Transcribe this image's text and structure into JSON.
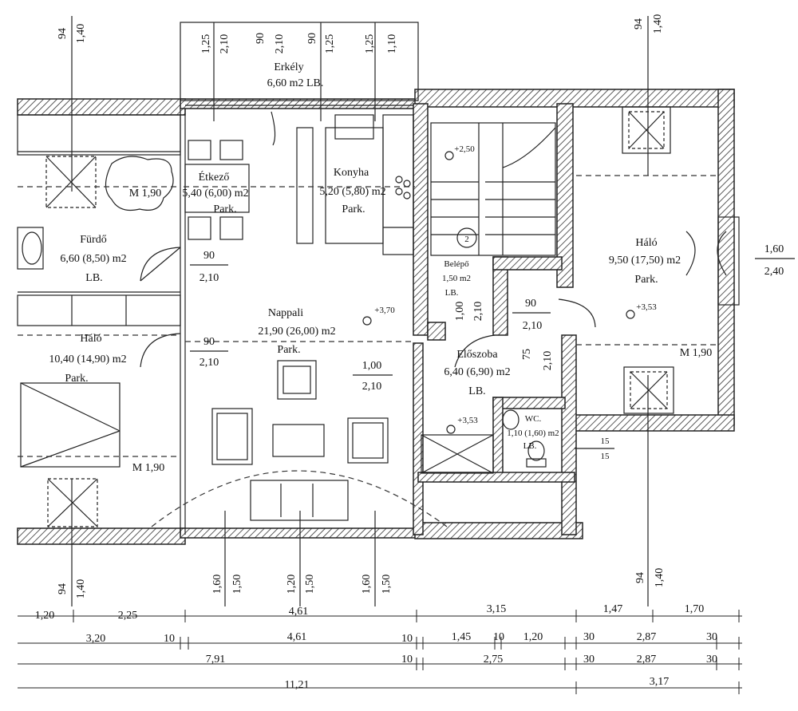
{
  "rooms": {
    "erkely": {
      "name": "Erkély",
      "area": "6,60 m2 LB."
    },
    "etkezo": {
      "name": "Étkező",
      "area": "5,40 (6,00) m2",
      "floor": "Park."
    },
    "konyha": {
      "name": "Konyha",
      "area": "5,20 (5,80) m2",
      "floor": "Park."
    },
    "furdo": {
      "name": "Fürdő",
      "area": "6,60 (8,50) m2",
      "floor": "LB."
    },
    "halo_left": {
      "name": "Háló",
      "area": "10,40 (14,90) m2",
      "floor": "Park."
    },
    "nappali": {
      "name": "Nappali",
      "area": "21,90 (26,00) m2",
      "floor": "Park."
    },
    "halo_right": {
      "name": "Háló",
      "area": "9,50 (17,50) m2",
      "floor": "Park."
    },
    "eloszoba": {
      "name": "Előszoba",
      "area": "6,40 (6,90) m2",
      "floor": "LB."
    },
    "belepo": {
      "name": "Belépő",
      "area": "1,50 m2",
      "floor": "LB."
    },
    "wc": {
      "name": "WC.",
      "area": "1,10 (1,60) m2",
      "floor": "LB."
    }
  },
  "markers": {
    "m_furdo": "M 1,90",
    "m_halo_left": "M 1,90",
    "m_halo_right": "M 1,90",
    "stair_number": "2"
  },
  "levels": {
    "stair": "+2,50",
    "living": "+3,70",
    "eloszoba": "+3,53",
    "halo_right": "+3,53"
  },
  "openings": {
    "furdo_door": {
      "w": "90",
      "h": "2,10"
    },
    "halo_left_door": {
      "w": "90",
      "h": "2,10"
    },
    "living_opening": {
      "w": "1,00",
      "h": "2,10"
    },
    "halo_right_door": {
      "w": "90",
      "h": "2,10"
    },
    "belepo_door": {
      "w": "1,00",
      "h": "2,10"
    },
    "wc_door": {
      "w": "75",
      "h": "2,10"
    },
    "right_window": {
      "w": "1,60",
      "h": "2,40"
    },
    "wc_window": {
      "w": "15",
      "h": "15"
    }
  },
  "top_dims": [
    "1,25",
    "2,10",
    "90",
    "2,10",
    "90",
    "1,25",
    "1,25",
    "1,10"
  ],
  "window_tags": {
    "tl": {
      "a": "94",
      "b": "1,40"
    },
    "tr": {
      "a": "94",
      "b": "1,40"
    },
    "bl": {
      "a": "94",
      "b": "1,40"
    },
    "br": {
      "a": "94",
      "b": "1,40"
    },
    "b1": {
      "a": "1,60",
      "b": "1,50"
    },
    "b2": {
      "a": "1,20",
      "b": "1,50"
    },
    "b3": {
      "a": "1,60",
      "b": "1,50"
    }
  },
  "dim_rows": [
    [
      "1,20",
      "2,25",
      "4,61",
      "3,15",
      "1,47",
      "1,70"
    ],
    [
      "3,20",
      "10",
      "4,61",
      "10",
      "1,45",
      "10",
      "1,20",
      "30",
      "2,87",
      "30"
    ],
    [
      "7,91",
      "10",
      "2,75",
      "30",
      "2,87",
      "30"
    ],
    [
      "11,21",
      "3,17"
    ]
  ]
}
